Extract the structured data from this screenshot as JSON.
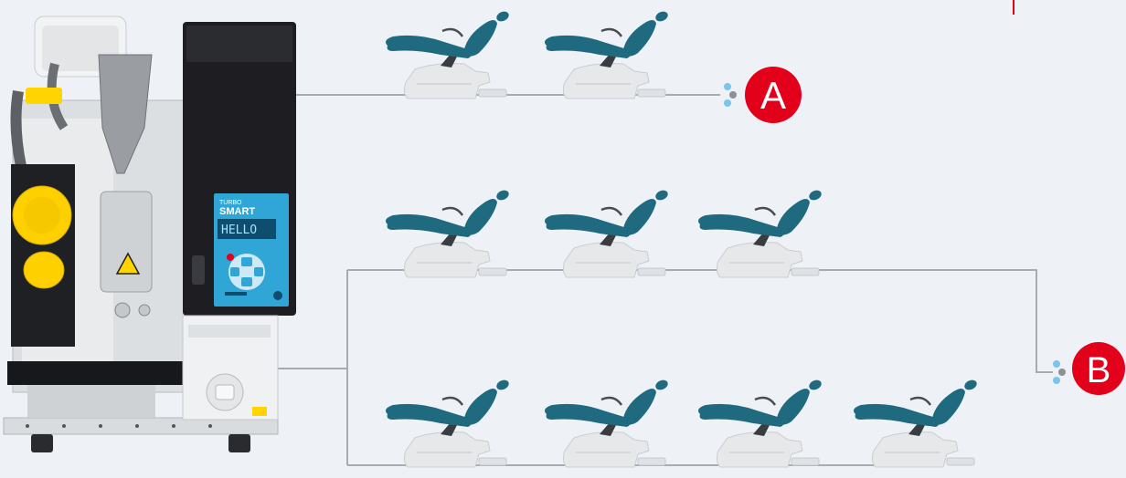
{
  "diagram": {
    "machine": {
      "brand_line1": "TURBO",
      "brand_line2": "SMART",
      "display_text": "HELLO"
    },
    "outlets": [
      {
        "id": "outlet-a",
        "label": "A"
      },
      {
        "id": "outlet-b",
        "label": "B"
      }
    ],
    "chair_rows": [
      {
        "row": "top",
        "chairs": 2,
        "connects_to": "A"
      },
      {
        "row": "middle",
        "chairs": 3,
        "connects_to": "B"
      },
      {
        "row": "bottom",
        "chairs": 4,
        "connects_to": "B"
      }
    ],
    "colors": {
      "background": "#eef2f6",
      "connector_line": "#a9acaf",
      "badge_red": "#e2001a",
      "upholstery": "#1f6a7f",
      "chair_base": "#e6e8ea",
      "machine_body": "#1e1e22",
      "panel_blue": "#2fa6d6",
      "dot_grey": "#8c9196",
      "dot_blue": "#7cc4ec"
    }
  }
}
